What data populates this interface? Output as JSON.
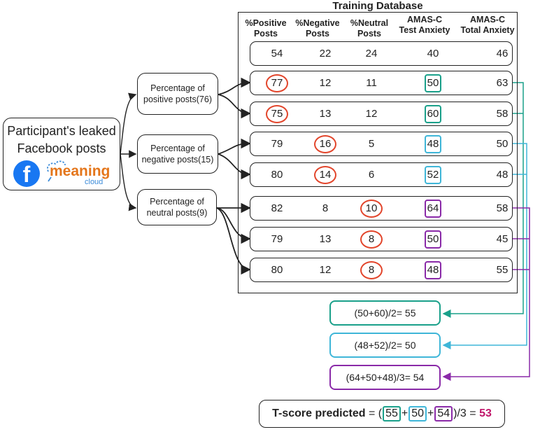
{
  "participant": {
    "line1": "Participant's leaked",
    "line2": "Facebook posts"
  },
  "logos": {
    "facebook": "f",
    "meaning": "meaning",
    "cloud": "cloud"
  },
  "mid_nodes": [
    {
      "line1": "Percentage of",
      "line2": "positive posts(76)"
    },
    {
      "line1": "Percentage of",
      "line2": "negative posts(15)"
    },
    {
      "line1": "Percentage of",
      "line2": "neutral posts(9)"
    }
  ],
  "database": {
    "title": "Training Database",
    "headers": [
      {
        "l1": "%Positive",
        "l2": "Posts"
      },
      {
        "l1": "%Negative",
        "l2": "Posts"
      },
      {
        "l1": "%Neutral",
        "l2": "Posts"
      },
      {
        "l1": "AMAS-C",
        "l2": "Test Anxiety"
      },
      {
        "l1": "AMAS-C",
        "l2": "Total Anxiety"
      }
    ],
    "rows": [
      {
        "pos": "54",
        "neg": "22",
        "neu": "24",
        "test": "40",
        "total": "46"
      },
      {
        "pos": "77",
        "neg": "12",
        "neu": "11",
        "test": "50",
        "total": "63"
      },
      {
        "pos": "75",
        "neg": "13",
        "neu": "12",
        "test": "60",
        "total": "58"
      },
      {
        "pos": "79",
        "neg": "16",
        "neu": "5",
        "test": "48",
        "total": "50"
      },
      {
        "pos": "80",
        "neg": "14",
        "neu": "6",
        "test": "52",
        "total": "48"
      },
      {
        "pos": "82",
        "neg": "8",
        "neu": "10",
        "test": "64",
        "total": "58"
      },
      {
        "pos": "79",
        "neg": "13",
        "neu": "8",
        "test": "50",
        "total": "45"
      },
      {
        "pos": "80",
        "neg": "12",
        "neu": "8",
        "test": "48",
        "total": "55"
      }
    ]
  },
  "calcs": [
    {
      "text": "(50+60)/2= 55",
      "color": "#1aa08a"
    },
    {
      "text": "(48+52)/2= 50",
      "color": "#3fb6d8"
    },
    {
      "text": "(64+50+48)/3= 54",
      "color": "#8a2aa8"
    }
  ],
  "tscore": {
    "label": "T-score predicted",
    "eq": " = (",
    "v1": "55",
    "plus1": "+",
    "v2": "50",
    "plus2": "+",
    "v3": "54",
    "tail": ")/3 = ",
    "result": "53",
    "result_color": "#c0156a"
  },
  "colors": {
    "ring": "#e2452b",
    "teal": "#1aa08a",
    "blue": "#3fb6d8",
    "purple": "#8a2aa8",
    "fb": "#1877f2",
    "meaning": "#e4761b"
  }
}
